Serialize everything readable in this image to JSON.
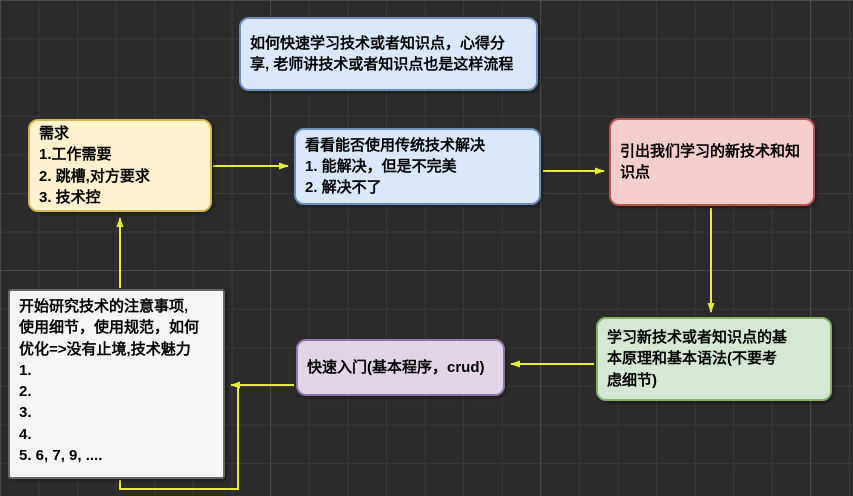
{
  "palette": {
    "background": "#2b2b2b",
    "grid_minor": "#3a3a3a",
    "grid_major": "#4a4a4a",
    "arrow": "#e8eb3a",
    "text": "#000000",
    "fill_blue": "#dae8fc",
    "stroke_blue": "#6c8ebf",
    "fill_yellow": "#fff2cc",
    "stroke_yellow": "#d6b656",
    "fill_pink": "#f8cecc",
    "stroke_pink": "#b85450",
    "fill_green": "#d5e8d4",
    "stroke_green": "#82b366",
    "fill_purple": "#e1d5e7",
    "stroke_purple": "#9673a6",
    "fill_gray": "#f5f5f5",
    "stroke_gray": "#666666"
  },
  "nodes": {
    "intro": {
      "text": "如何快速学习技术或者知识点，心得分\n享, 老师讲技术或者知识点也是这样流程"
    },
    "need": {
      "text": "需求\n1.工作需要\n2. 跳槽,对方要求\n3. 技术控"
    },
    "traditional": {
      "text": "看看能否使用传统技术解决\n1. 能解决，但是不完美\n2. 解决不了"
    },
    "new_tech": {
      "text": "引出我们学习的新技术和知\n识点"
    },
    "principles": {
      "text": "学习新技术或者知识点的基\n本原理和基本语法(不要考\n虑细节)"
    },
    "quick_start": {
      "text": "快速入门(基本程序，crud)"
    },
    "research": {
      "text": "开始研究技术的注意事项,\n使用细节，使用规范，如何\n优化=>没有止境,技术魅力\n1.\n2.\n3.\n4.\n5. 6, 7, 9, ...."
    }
  }
}
